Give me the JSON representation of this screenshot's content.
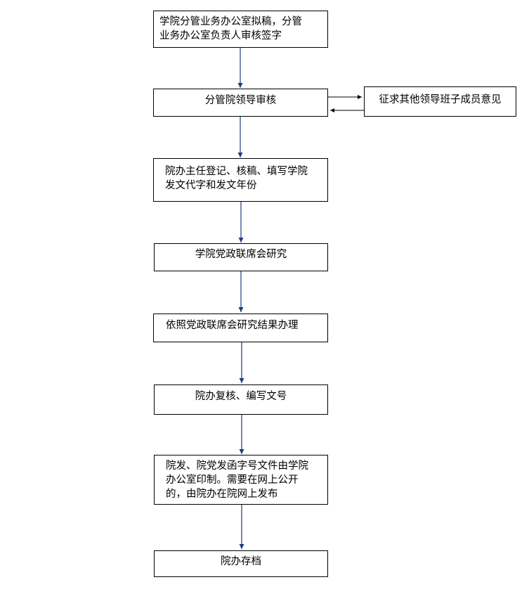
{
  "steps": [
    {
      "text": "学院分管业务办公室拟稿，分管\n业务办公室负责人审核签字"
    },
    {
      "text": "分管院领导审核"
    },
    {
      "text": "院办主任登记、核稿、填写学院\n发文代字和发文年份"
    },
    {
      "text": "学院党政联席会研究"
    },
    {
      "text": "依照党政联席会研究结果办理"
    },
    {
      "text": "院办复核、编写文号"
    },
    {
      "text": "院发、院党发函字号文件由学院\n办公室印制。需要在网上公开\n的，由院办在院网上发布"
    },
    {
      "text": "院办存档"
    }
  ],
  "side_step": {
    "text": "征求其他领导班子成员意见"
  },
  "colors": {
    "arrow": "#1f3a7a",
    "side_arrow": "#000000",
    "border": "#000000"
  }
}
